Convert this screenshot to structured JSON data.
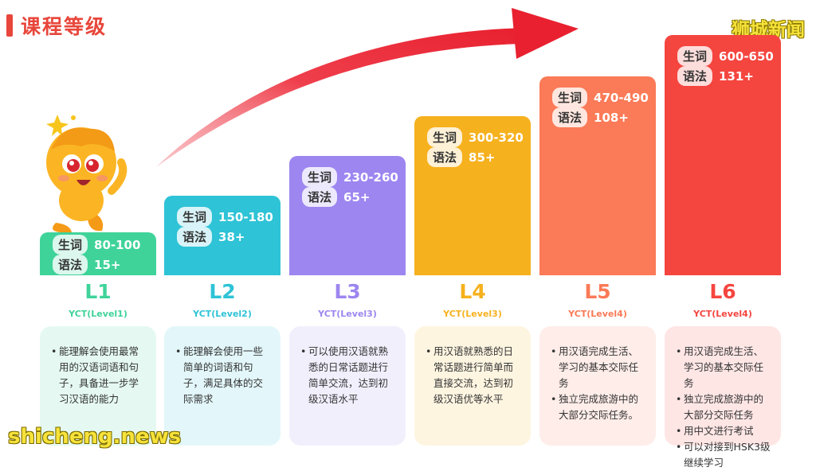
{
  "title": "课程等级",
  "brand": "狮城新闻",
  "watermark": "shicheng.news",
  "labels": {
    "vocab": "生词",
    "grammar": "语法"
  },
  "levels": [
    {
      "name": "L1",
      "yct": "YCT(Level1)",
      "vocab": "80-100",
      "grammar": "15+",
      "color": "#3fd39a",
      "items": [
        "能理解会使用最常用的汉语词语和句子，具备进一步学习汉语的能力"
      ]
    },
    {
      "name": "L2",
      "yct": "YCT(Level2)",
      "vocab": "150-180",
      "grammar": "38+",
      "color": "#2ec3d6",
      "items": [
        "能理解会使用一些简单的词语和句子，满足具体的交际需求"
      ]
    },
    {
      "name": "L3",
      "yct": "YCT(Level3)",
      "vocab": "230-260",
      "grammar": "65+",
      "color": "#9d86f0",
      "items": [
        "可以使用汉语就熟悉的日常话题进行简单交流，达到初级汉语水平"
      ]
    },
    {
      "name": "L4",
      "yct": "YCT(Level3)",
      "vocab": "300-320",
      "grammar": "85+",
      "color": "#f6b11e",
      "items": [
        "用汉语就熟悉的日常话题进行简单而直接交流，达到初级汉语优等水平"
      ]
    },
    {
      "name": "L5",
      "yct": "YCT(Level4)",
      "vocab": "470-490",
      "grammar": "108+",
      "color": "#fb7a57",
      "items": [
        "用汉语完成生活、学习的基本交际任务",
        "独立完成旅游中的大部分交际任务。"
      ]
    },
    {
      "name": "L6",
      "yct": "YCT(Level4)",
      "vocab": "600-650",
      "grammar": "131+",
      "color": "#f5453f",
      "items": [
        "用汉语完成生活、学习的基本交际任务",
        "独立完成旅游中的大部分交际任务",
        "用中文进行考试",
        "可以对接到HSK3级继续学习"
      ]
    }
  ]
}
